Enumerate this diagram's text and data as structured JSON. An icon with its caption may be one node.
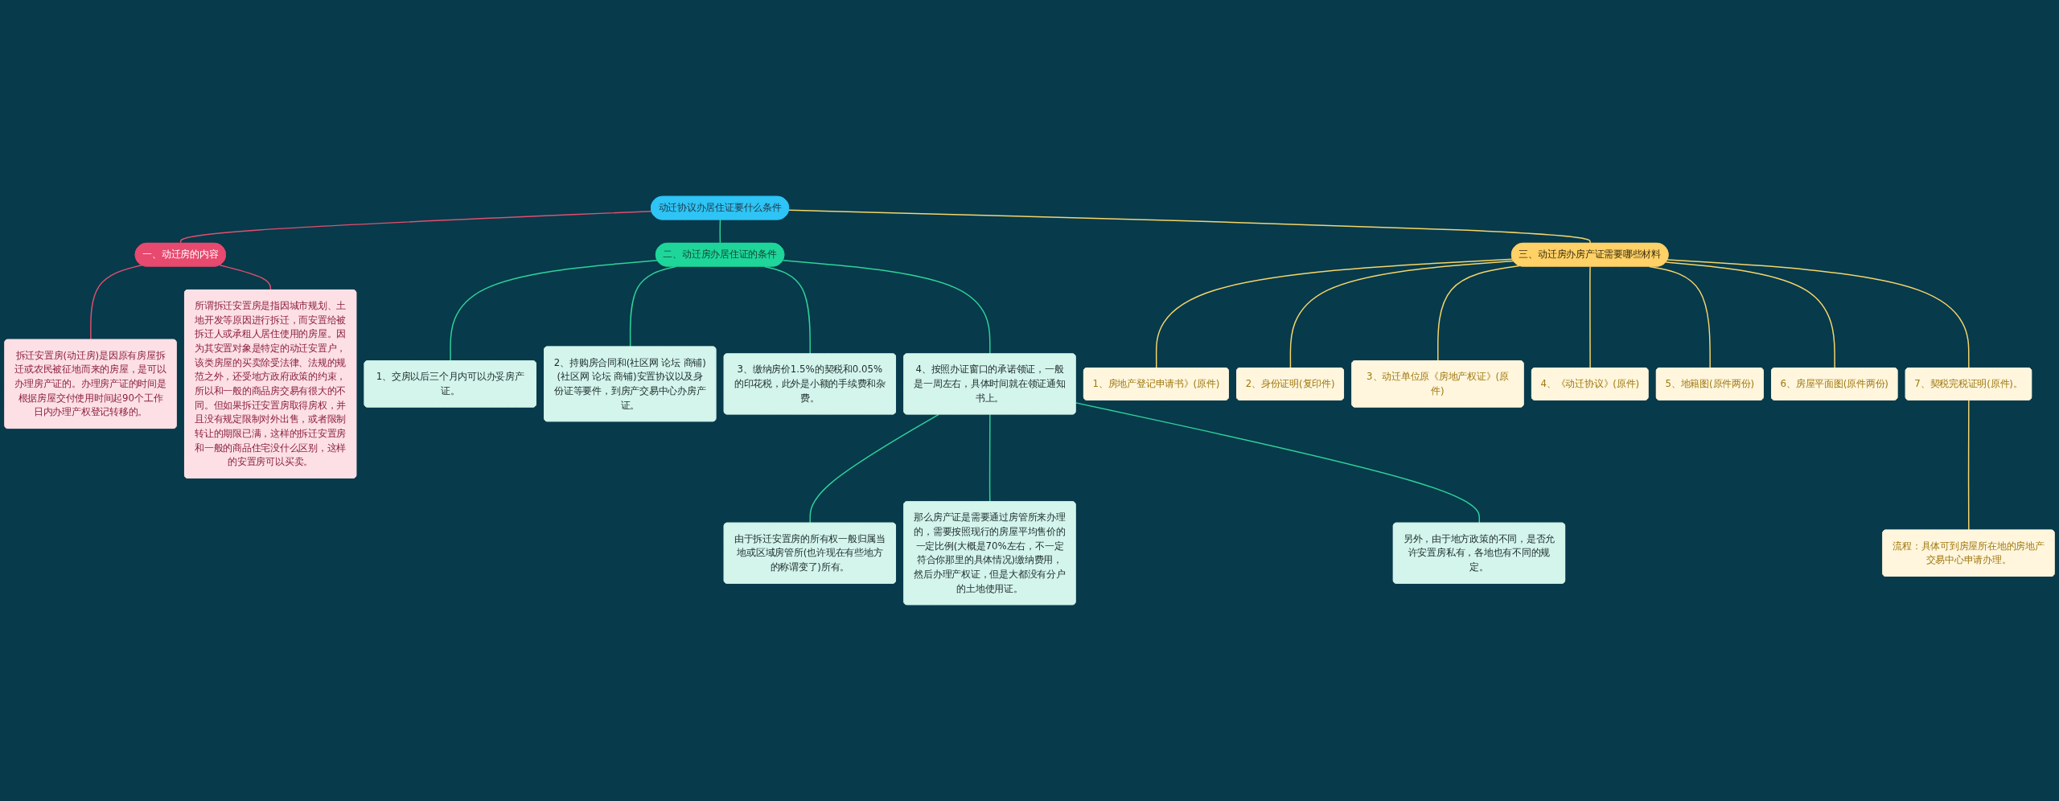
{
  "diagram": {
    "nodes": [
      {
        "text": [
          "动迁协议办居住证要什么条件"
        ]
      },
      {
        "text": [
          "一、动迁房的内容"
        ]
      },
      {
        "text": [
          "拆迁安置房(动迁房)是因原有房屋拆迁或农民被征地而来的房屋，是可以办理房产证的。办理房产证的时间是根据房屋交付使用时间起90个工作日内办理产权登记转移的。"
        ]
      },
      {
        "text": [
          "所谓拆迁安置房是指因城市规划、土地开发等原因进行拆迁，而安置给被拆迁人或承租人居住使用的房屋。因为其安置对象是特定的动迁安置户，该类房屋的买卖除受法律、法规的规范之外，还受地方政府政策的约束，所以和一般的商品房交易有很大的不同。但如果拆迁安置房取得房权，并且没有规定限制对外出售，或者限制转让的期限已满，这样的拆迁安置房和一般的商品住宅没什么区别，这样的安置房可以买卖。"
        ]
      },
      {
        "text": [
          "二、动迁房办居住证的条件"
        ]
      },
      {
        "text": [
          "1、交房以后三个月内可以办妥房产证。"
        ]
      },
      {
        "text": [
          "2、持购房合同和(社区网 论坛 商铺)(社区网 论坛 商铺)安置协议以及身份证等要件，到房产交易中心办房产证。"
        ]
      },
      {
        "text": [
          "3、缴纳房价1.5%的契税和0.05%的印花税，此外是小额的手续费和杂费。"
        ]
      },
      {
        "text": [
          "4、按照办证窗口的承诺领证，一般是一周左右，具体时间就在领证通知书上。"
        ]
      },
      {
        "text": [
          "由于拆迁安置房的所有权一般归属当地或区域房管所(也许现在有些地方的称谓变了)所有。"
        ]
      },
      {
        "text": [
          "那么房产证是需要通过房管所来办理的，需要按照现行的房屋平均售价的一定比例(大概是70%左右，不一定符合你那里的具体情况)缴纳费用，然后办理产权证，但是大都没有分户的土地使用证。"
        ]
      },
      {
        "text": [
          "另外，由于地方政策的不同，是否允许安置房私有，各地也有不同的规定。"
        ]
      },
      {
        "text": [
          "三、动迁房办房产证需要哪些材料"
        ]
      },
      {
        "text": [
          "1、房地产登记申请书》(原件)"
        ]
      },
      {
        "text": [
          "2、身份证明(复印件)"
        ]
      },
      {
        "text": [
          "3、动迁单位原《房地产权证》(原件)"
        ]
      },
      {
        "text": [
          "4、《动迁协议》(原件)"
        ]
      },
      {
        "text": [
          "5、地籍图(原件两份)"
        ]
      },
      {
        "text": [
          "6、房屋平面图(原件两份)"
        ]
      },
      {
        "text": [
          "7、契税完税证明(原件)。"
        ]
      },
      {
        "text": [
          "流程：具体可到房屋所在地的房地产交易中心申请办理。"
        ]
      }
    ],
    "edges": [
      {
        "from": 0,
        "to": 1,
        "arrow": "none",
        "color": "#e0506e"
      },
      {
        "from": 1,
        "to": 2,
        "arrow": "none",
        "color": "#e0506e"
      },
      {
        "from": 1,
        "to": 3,
        "arrow": "none",
        "color": "#e0506e"
      },
      {
        "from": 0,
        "to": 4,
        "arrow": "none",
        "color": "#2ed39a"
      },
      {
        "from": 4,
        "to": 5,
        "arrow": "none",
        "color": "#2ed39a"
      },
      {
        "from": 4,
        "to": 6,
        "arrow": "none",
        "color": "#2ed39a"
      },
      {
        "from": 4,
        "to": 7,
        "arrow": "none",
        "color": "#2ed39a"
      },
      {
        "from": 4,
        "to": 8,
        "arrow": "none",
        "color": "#2ed39a"
      },
      {
        "from": 8,
        "to": 9,
        "arrow": "none",
        "color": "#2ed39a"
      },
      {
        "from": 8,
        "to": 10,
        "arrow": "none",
        "color": "#2ed39a"
      },
      {
        "from": 8,
        "to": 11,
        "arrow": "none",
        "color": "#2ed39a"
      },
      {
        "from": 0,
        "to": 12,
        "arrow": "none"
      },
      {
        "from": 12,
        "to": 13,
        "arrow": "none"
      },
      {
        "from": 12,
        "to": 14,
        "arrow": "none"
      },
      {
        "from": 12,
        "to": 15,
        "arrow": "none"
      },
      {
        "from": 12,
        "to": 16,
        "arrow": "none"
      },
      {
        "from": 12,
        "to": 17,
        "arrow": "none"
      },
      {
        "from": 12,
        "to": 18,
        "arrow": "none"
      },
      {
        "from": 12,
        "to": 19,
        "arrow": "none"
      },
      {
        "from": 19,
        "to": 20,
        "arrow": "none"
      }
    ]
  }
}
